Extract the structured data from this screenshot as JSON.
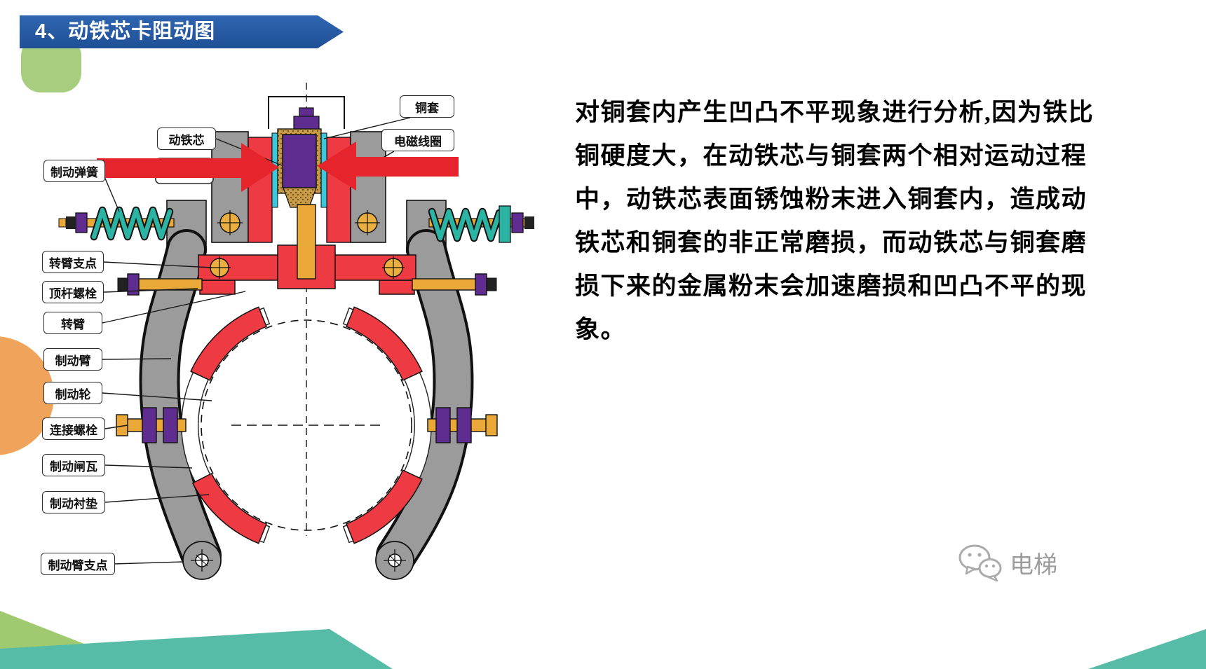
{
  "banner": {
    "title": "4、动铁芯卡阻动图"
  },
  "diagram": {
    "labels": [
      {
        "id": "copper-sleeve",
        "text": "铜套"
      },
      {
        "id": "moving-iron-core",
        "text": "动铁芯"
      },
      {
        "id": "electromagnetic-coil",
        "text": "电磁线圈"
      },
      {
        "id": "brake-spring",
        "text": "制动弹簧"
      },
      {
        "id": "arm-pivot",
        "text": "转臂支点"
      },
      {
        "id": "push-rod-bolt",
        "text": "顶杆螺栓"
      },
      {
        "id": "rotating-arm",
        "text": "转臂"
      },
      {
        "id": "brake-arm",
        "text": "制动臂"
      },
      {
        "id": "brake-wheel",
        "text": "制动轮"
      },
      {
        "id": "connecting-bolt",
        "text": "连接螺栓"
      },
      {
        "id": "brake-shoe",
        "text": "制动闸瓦"
      },
      {
        "id": "brake-lining",
        "text": "制动衬垫"
      },
      {
        "id": "brake-arm-pivot",
        "text": "制动臂支点"
      }
    ]
  },
  "body": {
    "lines": [
      "对铜套内产生凹凸不平现象进行分析,因为铁比",
      "铜硬度大，在动铁芯与铜套两个相对运动过程",
      "中，动铁芯表面锈蚀粉末进入铜套内，造成动",
      "铁芯和铜套的非正常磨损，而动铁芯与铜套磨",
      "损下来的金属粉末会加速磨损和凹凸不平的现",
      "象。"
    ]
  },
  "watermark": {
    "text": "电梯"
  },
  "colors": {
    "banner_blue": "#2a5ea9",
    "arrow_red": "#e5242c",
    "machine_red": "#ee3a43",
    "machine_gray": "#9b9b9b",
    "gold": "#eaa838",
    "purple": "#5f2c8f",
    "spring_teal": "#2bb3a4",
    "cyan": "#3cc8dc",
    "copper_tan": "#c89b48",
    "decor_teal": "#57bca7",
    "decor_green": "#9fca70",
    "decor_orange": "#f0a35a"
  }
}
